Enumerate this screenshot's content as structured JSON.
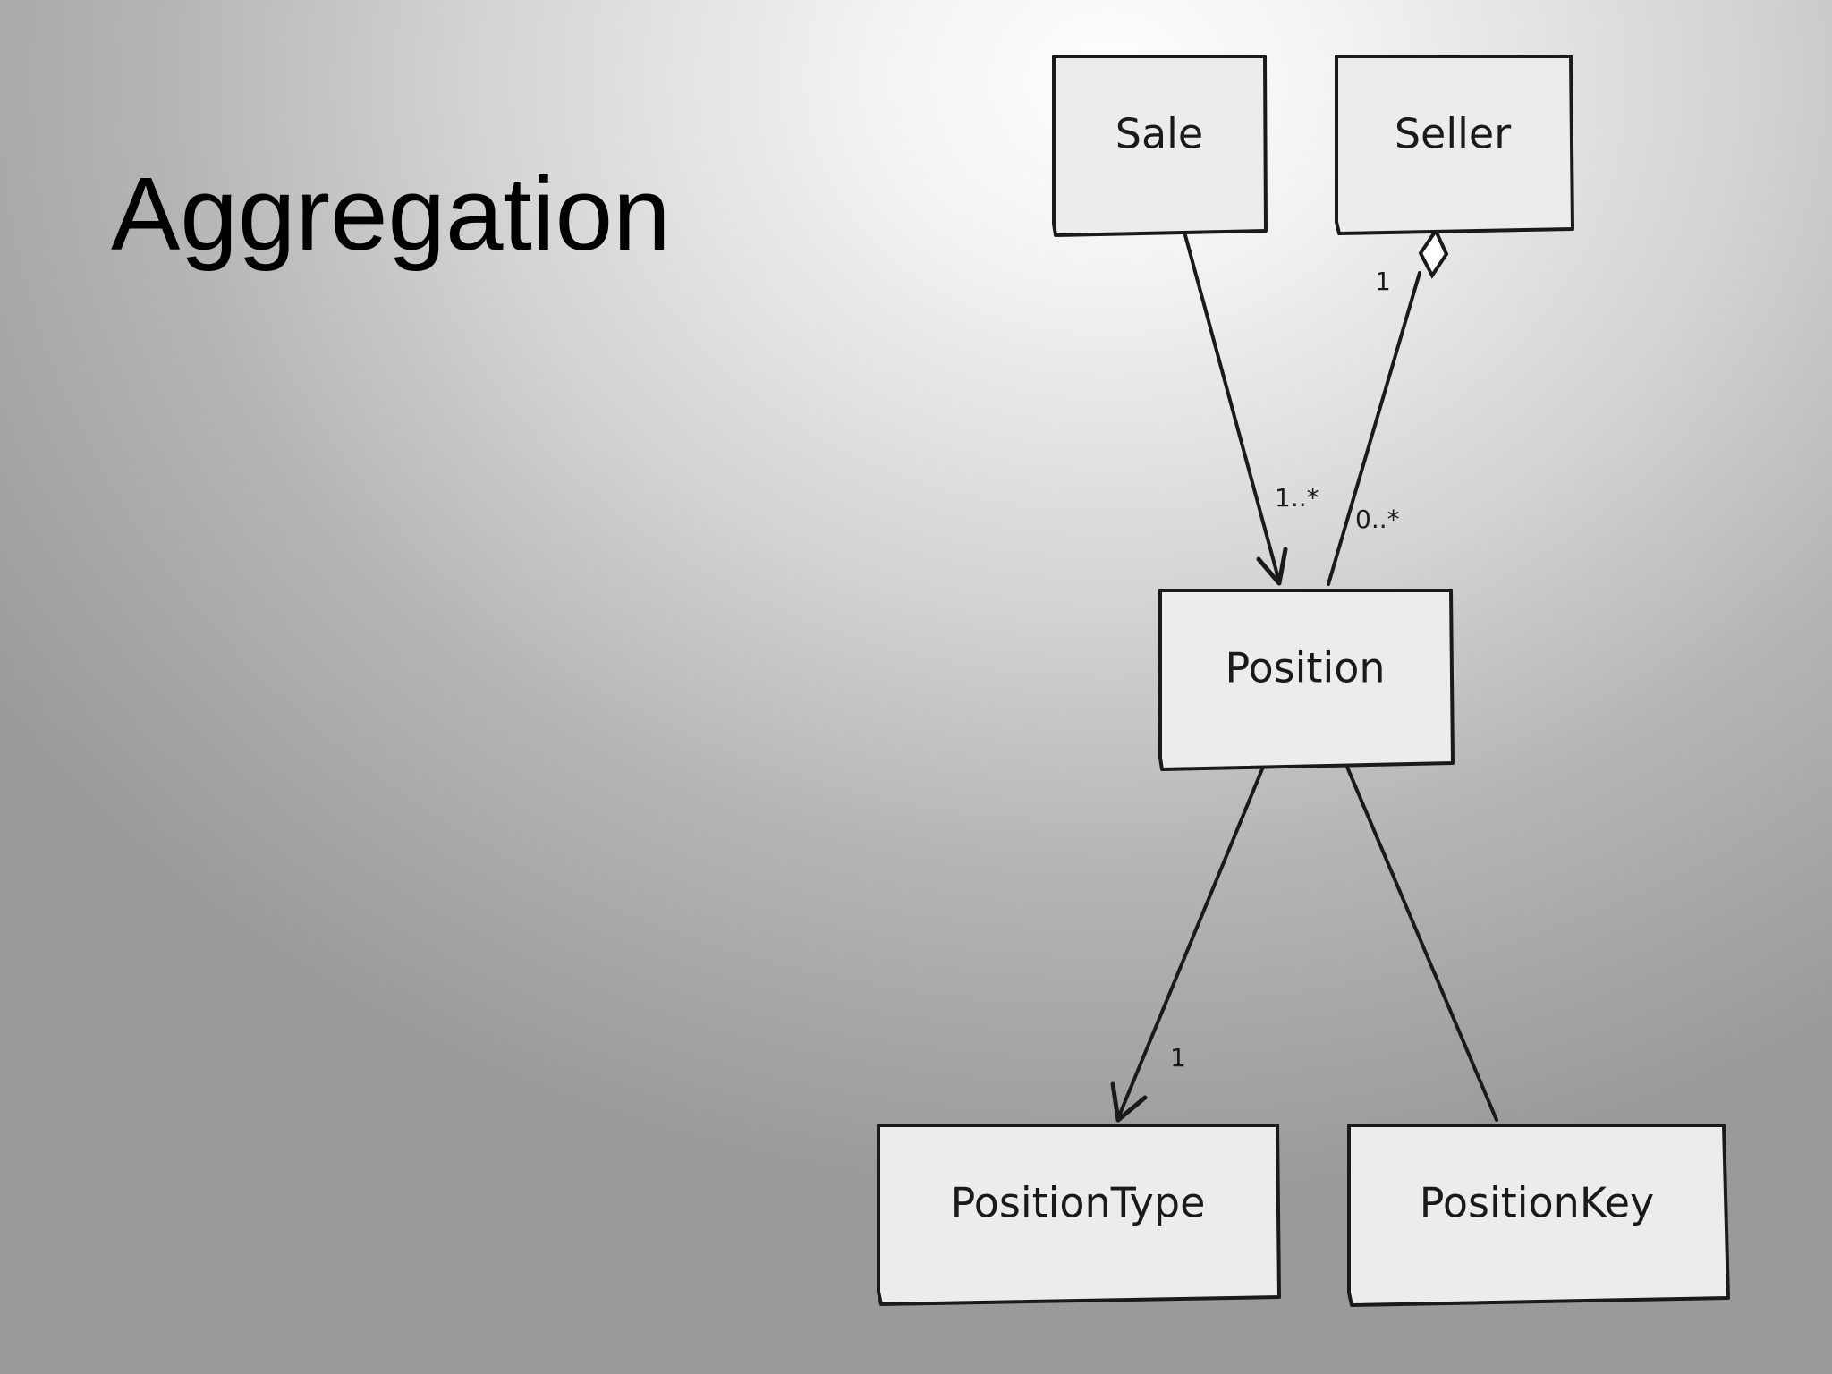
{
  "title": "Aggregation",
  "colors": {
    "ink": "#1a1a1a",
    "box_fill": "#ececec",
    "background_light": "#ffffff",
    "background_dark": "#9a9a9a"
  },
  "classes": {
    "sale": "Sale",
    "seller": "Seller",
    "position": "Position",
    "position_type": "PositionType",
    "position_key": "PositionKey"
  },
  "relationships": [
    {
      "from": "Sale",
      "to": "Position",
      "kind": "directed-association",
      "target_multiplicity": "1..*"
    },
    {
      "from": "Seller",
      "to": "Position",
      "kind": "aggregation",
      "source_multiplicity": "1",
      "target_multiplicity": "0..*"
    },
    {
      "from": "Position",
      "to": "PositionType",
      "kind": "directed-association",
      "target_multiplicity": "1"
    },
    {
      "from": "Position",
      "to": "PositionKey",
      "kind": "association"
    }
  ],
  "multiplicities": {
    "sale_position_target": "1..*",
    "seller_source": "1",
    "seller_position_target": "0..*",
    "position_type_target": "1"
  }
}
